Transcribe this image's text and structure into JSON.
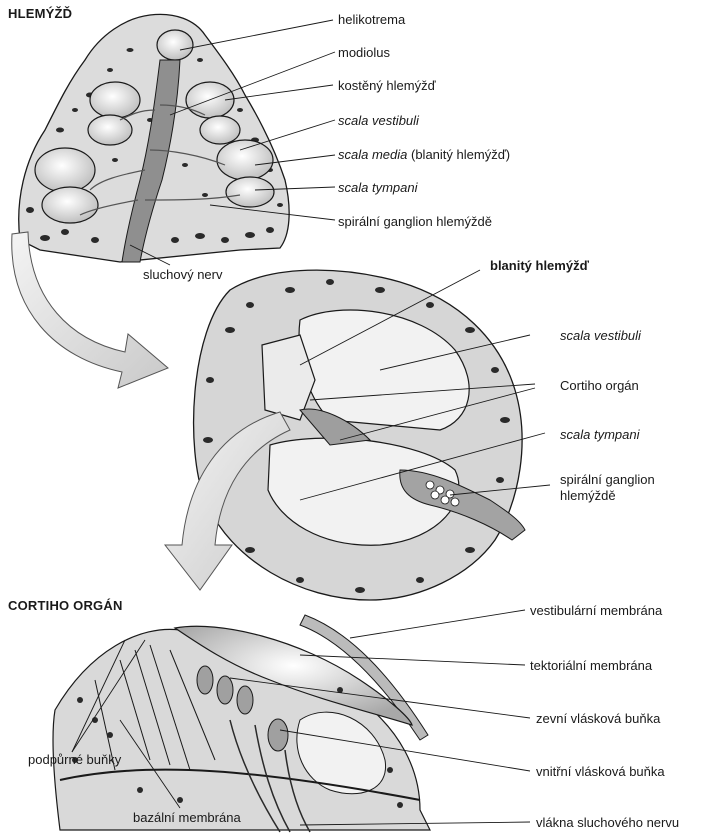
{
  "sections": {
    "cochlea_title": "HLEMÝŽĎ",
    "organ_title": "CORTIHO ORGÁN"
  },
  "cochlea_labels": {
    "helicotrema": "helikotrema",
    "modiolus": "modiolus",
    "bony_cochlea": "kostěný hlemýžď",
    "scala_vestibuli": "scala vestibuli",
    "scala_media": "scala media",
    "scala_media_note": "(blanitý hlemýžď)",
    "scala_tympani": "scala tympani",
    "spiral_ganglion": "spirální ganglion hlemýždě",
    "auditory_nerve": "sluchový nerv"
  },
  "section_labels": {
    "membranous_cochlea": "blanitý hlemýžď",
    "scala_vestibuli": "scala vestibuli",
    "organ_of_corti": "Cortiho orgán",
    "scala_tympani": "scala tympani",
    "spiral_ganglion_line1": "spirální ganglion",
    "spiral_ganglion_line2": "hlemýždě"
  },
  "organ_labels": {
    "vestibular_membrane": "vestibulární membrána",
    "tectorial_membrane": "tektoriální membrána",
    "outer_hair_cell": "zevní vlásková buňka",
    "inner_hair_cell": "vnitřní vlásková buňka",
    "auditory_nerve_fibers": "vlákna sluchového nervu",
    "supporting_cells": "podpůrné buňky",
    "basilar_membrane": "bazální membrána"
  },
  "colors": {
    "ink": "#1a1a1a",
    "tissue": "#d9d9d9",
    "tissue_dark": "#9a9a9a",
    "cavity": "#f2f2f2",
    "arrow_fill": "#e6e6e6"
  }
}
